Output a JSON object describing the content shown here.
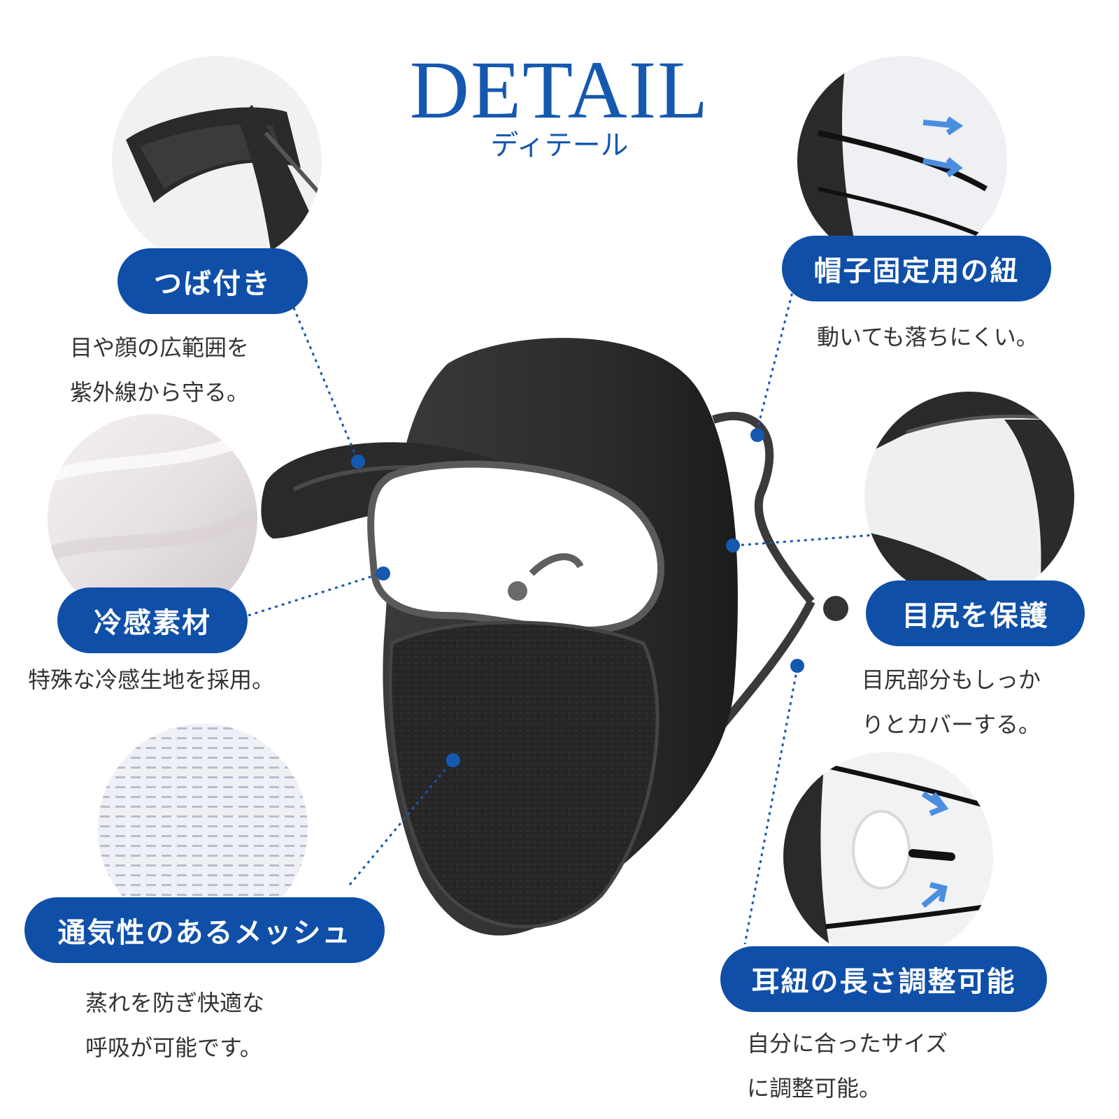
{
  "header": {
    "title": "DETAIL",
    "subtitle": "ディテール"
  },
  "accent_color": "#0f4fa8",
  "features": [
    {
      "label": "つば付き",
      "description": "目や顔の広範囲を\n紫外線から守る。"
    },
    {
      "label": "冷感素材",
      "description": "特殊な冷感生地を採用。"
    },
    {
      "label": "通気性のあるメッシュ",
      "description": "蒸れを防ぎ快適な\n呼吸が可能です。"
    },
    {
      "label": "帽子固定用の紐",
      "description": "動いても落ちにくい。"
    },
    {
      "label": "目尻を保護",
      "description": "目尻部分もしっか\nりとカバーする。"
    },
    {
      "label": "耳紐の長さ調整可能",
      "description": "自分に合ったサイズ\nに調整可能。"
    }
  ]
}
